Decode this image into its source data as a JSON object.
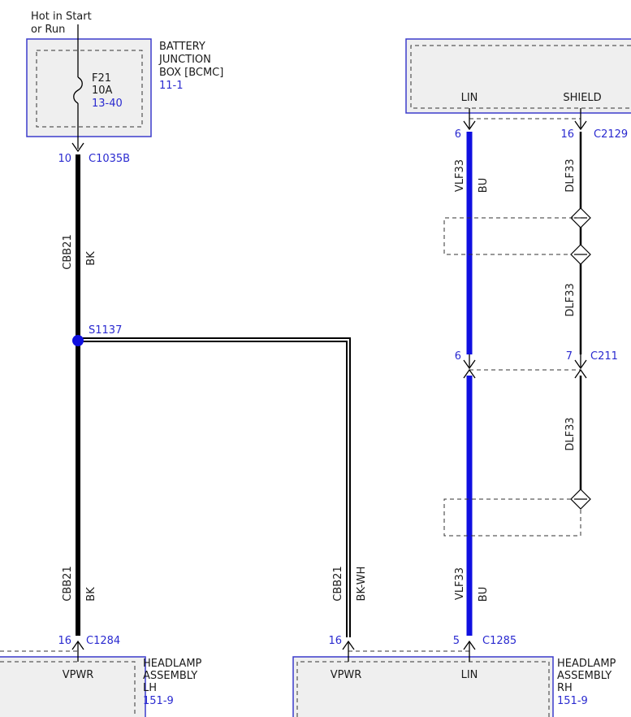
{
  "colors": {
    "wire_black": "#000000",
    "wire_blue": "#1010e0",
    "link_blue": "#2a2ad0",
    "box_border": "#3c3ccc",
    "box_fill": "#efefef",
    "splice_fill": "#1010e0"
  },
  "power_source": {
    "title_line1": "Hot in Start",
    "title_line2": "or Run",
    "box_name_line1": "BATTERY",
    "box_name_line2": "JUNCTION",
    "box_name_line3": "BOX [BCMC]",
    "box_ref": "11-1",
    "fuse_id": "F21",
    "fuse_rating": "10A",
    "fuse_ref": "13-40",
    "pin": "10",
    "connector": "C1035B"
  },
  "wires": {
    "main": {
      "circuit": "CBB21",
      "color": "BK"
    },
    "branch": {
      "circuit": "CBB21",
      "color": "BK-WH"
    },
    "lin_upper": {
      "circuit": "VLF33",
      "color": "BU"
    },
    "lin_lower": {
      "circuit": "VLF33",
      "color": "BU"
    },
    "shield_1": {
      "circuit": "DLF33"
    },
    "shield_2": {
      "circuit": "DLF33"
    },
    "shield_3": {
      "circuit": "DLF33"
    }
  },
  "splice": {
    "id": "S1137"
  },
  "top_module": {
    "lin_label": "LIN",
    "shield_label": "SHIELD",
    "lin_pin": "6",
    "shield_pin": "16",
    "connector": "C2129"
  },
  "inline_connector": {
    "lin_pin": "6",
    "shield_pin": "7",
    "connector": "C211"
  },
  "headlamp_lh": {
    "pin": "16",
    "connector": "C1284",
    "pin_label": "VPWR",
    "name_line1": "HEADLAMP",
    "name_line2": "ASSEMBLY",
    "name_line3": "LH",
    "ref": "151-9"
  },
  "headlamp_rh": {
    "vpwr_pin": "16",
    "lin_pin": "5",
    "connector": "C1285",
    "vpwr_label": "VPWR",
    "lin_label": "LIN",
    "name_line1": "HEADLAMP",
    "name_line2": "ASSEMBLY",
    "name_line3": "RH",
    "ref": "151-9"
  }
}
